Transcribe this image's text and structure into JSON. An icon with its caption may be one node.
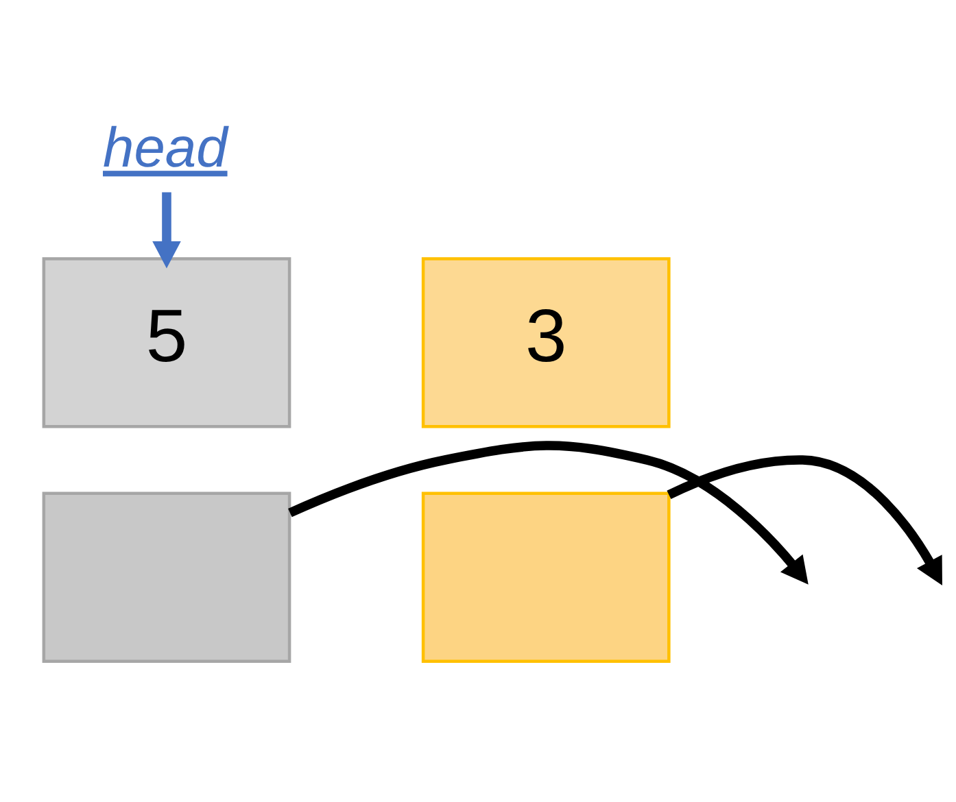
{
  "diagram": {
    "nodes": [
      {
        "text": [
          "head"
        ]
      },
      {
        "text": [
          "5"
        ]
      },
      {
        "text": [],
        "shape": "box"
      },
      {
        "text": [
          "3"
        ]
      },
      {
        "text": [],
        "shape": "box"
      }
    ],
    "edges": [
      {
        "from": 0,
        "to": 1,
        "arrow": "to",
        "color": "#4472c4"
      },
      {
        "from": 2,
        "to": null,
        "arrow": "to"
      },
      {
        "from": 4,
        "to": null,
        "arrow": "to"
      }
    ]
  }
}
